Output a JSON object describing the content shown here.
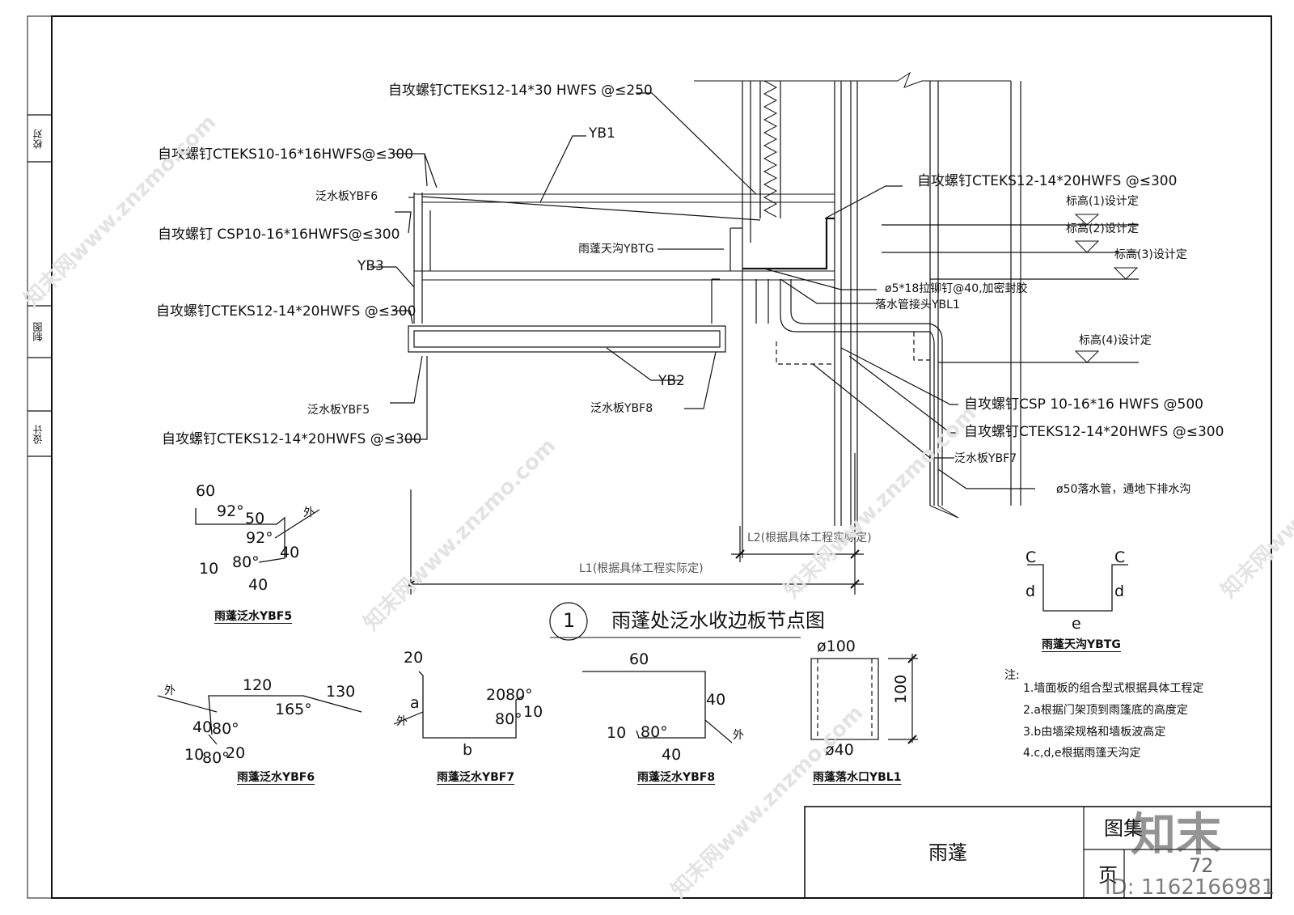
{
  "side_labels": [
    "校对",
    "制图",
    "设计"
  ],
  "detail": {
    "number": "1",
    "title": "雨蓬处泛水收边板节点图"
  },
  "callouts": {
    "s1": "自攻螺钉CTEKS12-14*30 HWFS @≤250",
    "yb1": "YB1",
    "s2": "自攻螺钉CTEKS10-16*16HWFS@≤300",
    "ybf6": "泛水板YBF6",
    "s3": "自攻螺钉 CSP10-16*16HWFS@≤300",
    "yb3": "YB3",
    "s4": "自攻螺钉CTEKS12-14*20HWFS @≤300",
    "ybf5": "泛水板YBF5",
    "s5": "自攻螺钉CTEKS12-14*20HWFS @≤300",
    "ybtg": "雨蓬天沟YBTG",
    "yb2": "YB2",
    "ybf8": "泛水板YBF8",
    "s6": "自攻螺钉CTEKS12-14*20HWFS @≤300",
    "elev1": "标高(1)设计定",
    "elev2": "标高(2)设计定",
    "elev3": "标高(3)设计定",
    "elev4": "标高(4)设计定",
    "rivet": "ø5*18拉铆钉@40,加密封胶",
    "ybl1": "落水管接头YBL1",
    "s7": "自攻螺钉CSP 10-16*16 HWFS @500",
    "s8": "自攻螺钉CTEKS12-14*20HWFS @≤300",
    "ybf7": "泛水板YBF7",
    "pipe": "ø50落水管，通地下排水沟",
    "l1": "L1(根据具体工程实际定)",
    "l2": "L2(根据具体工程实际定)"
  },
  "parts": {
    "ybf5": {
      "caption": "雨蓬泛水YBF5",
      "d60": "60",
      "a92a": "92°",
      "d50": "50",
      "out": "外",
      "a92b": "92°",
      "d40a": "40",
      "d10": "10",
      "a80": "80°",
      "d40b": "40"
    },
    "ybf6": {
      "caption": "雨蓬泛水YBF6",
      "out": "外",
      "d120": "120",
      "d130": "130",
      "a165": "165°",
      "d40": "40",
      "a80a": "80°",
      "d10": "10",
      "a80b": "80°",
      "d20": "20"
    },
    "ybf7": {
      "caption": "雨蓬泛水YBF7",
      "d20a": "20",
      "a": "a",
      "out": "外",
      "b": "b",
      "d20b": "20",
      "a80a": "80°",
      "d10": "10",
      "a80b": "80°"
    },
    "ybf8": {
      "caption": "雨蓬泛水YBF8",
      "d60": "60",
      "d40a": "40",
      "d10": "10",
      "a80": "80°",
      "d40b": "40",
      "out": "外"
    },
    "ybl1": {
      "caption": "雨蓬落水口YBL1",
      "d100": "ø100",
      "h100": "100",
      "d40": "ø40"
    },
    "ybtg": {
      "caption": "雨蓬天沟YBTG",
      "c1": "C",
      "c2": "C",
      "d1": "d",
      "d2": "d",
      "e": "e"
    }
  },
  "notes": {
    "head": "注:",
    "items": [
      "1.墙面板的组合型式根据具体工程定",
      "2.a根据门架顶到雨篷底的高度定",
      "3.b由墙梁规格和墙板波高定",
      "4.c,d,e根据雨篷天沟定"
    ]
  },
  "title_block": {
    "name": "雨蓬",
    "atlas": "图集",
    "page": "页",
    "page_no": "72"
  },
  "watermark": {
    "text": "知末网www.znzmo.com",
    "logo": "知末",
    "id": "ID: 1162166981"
  }
}
